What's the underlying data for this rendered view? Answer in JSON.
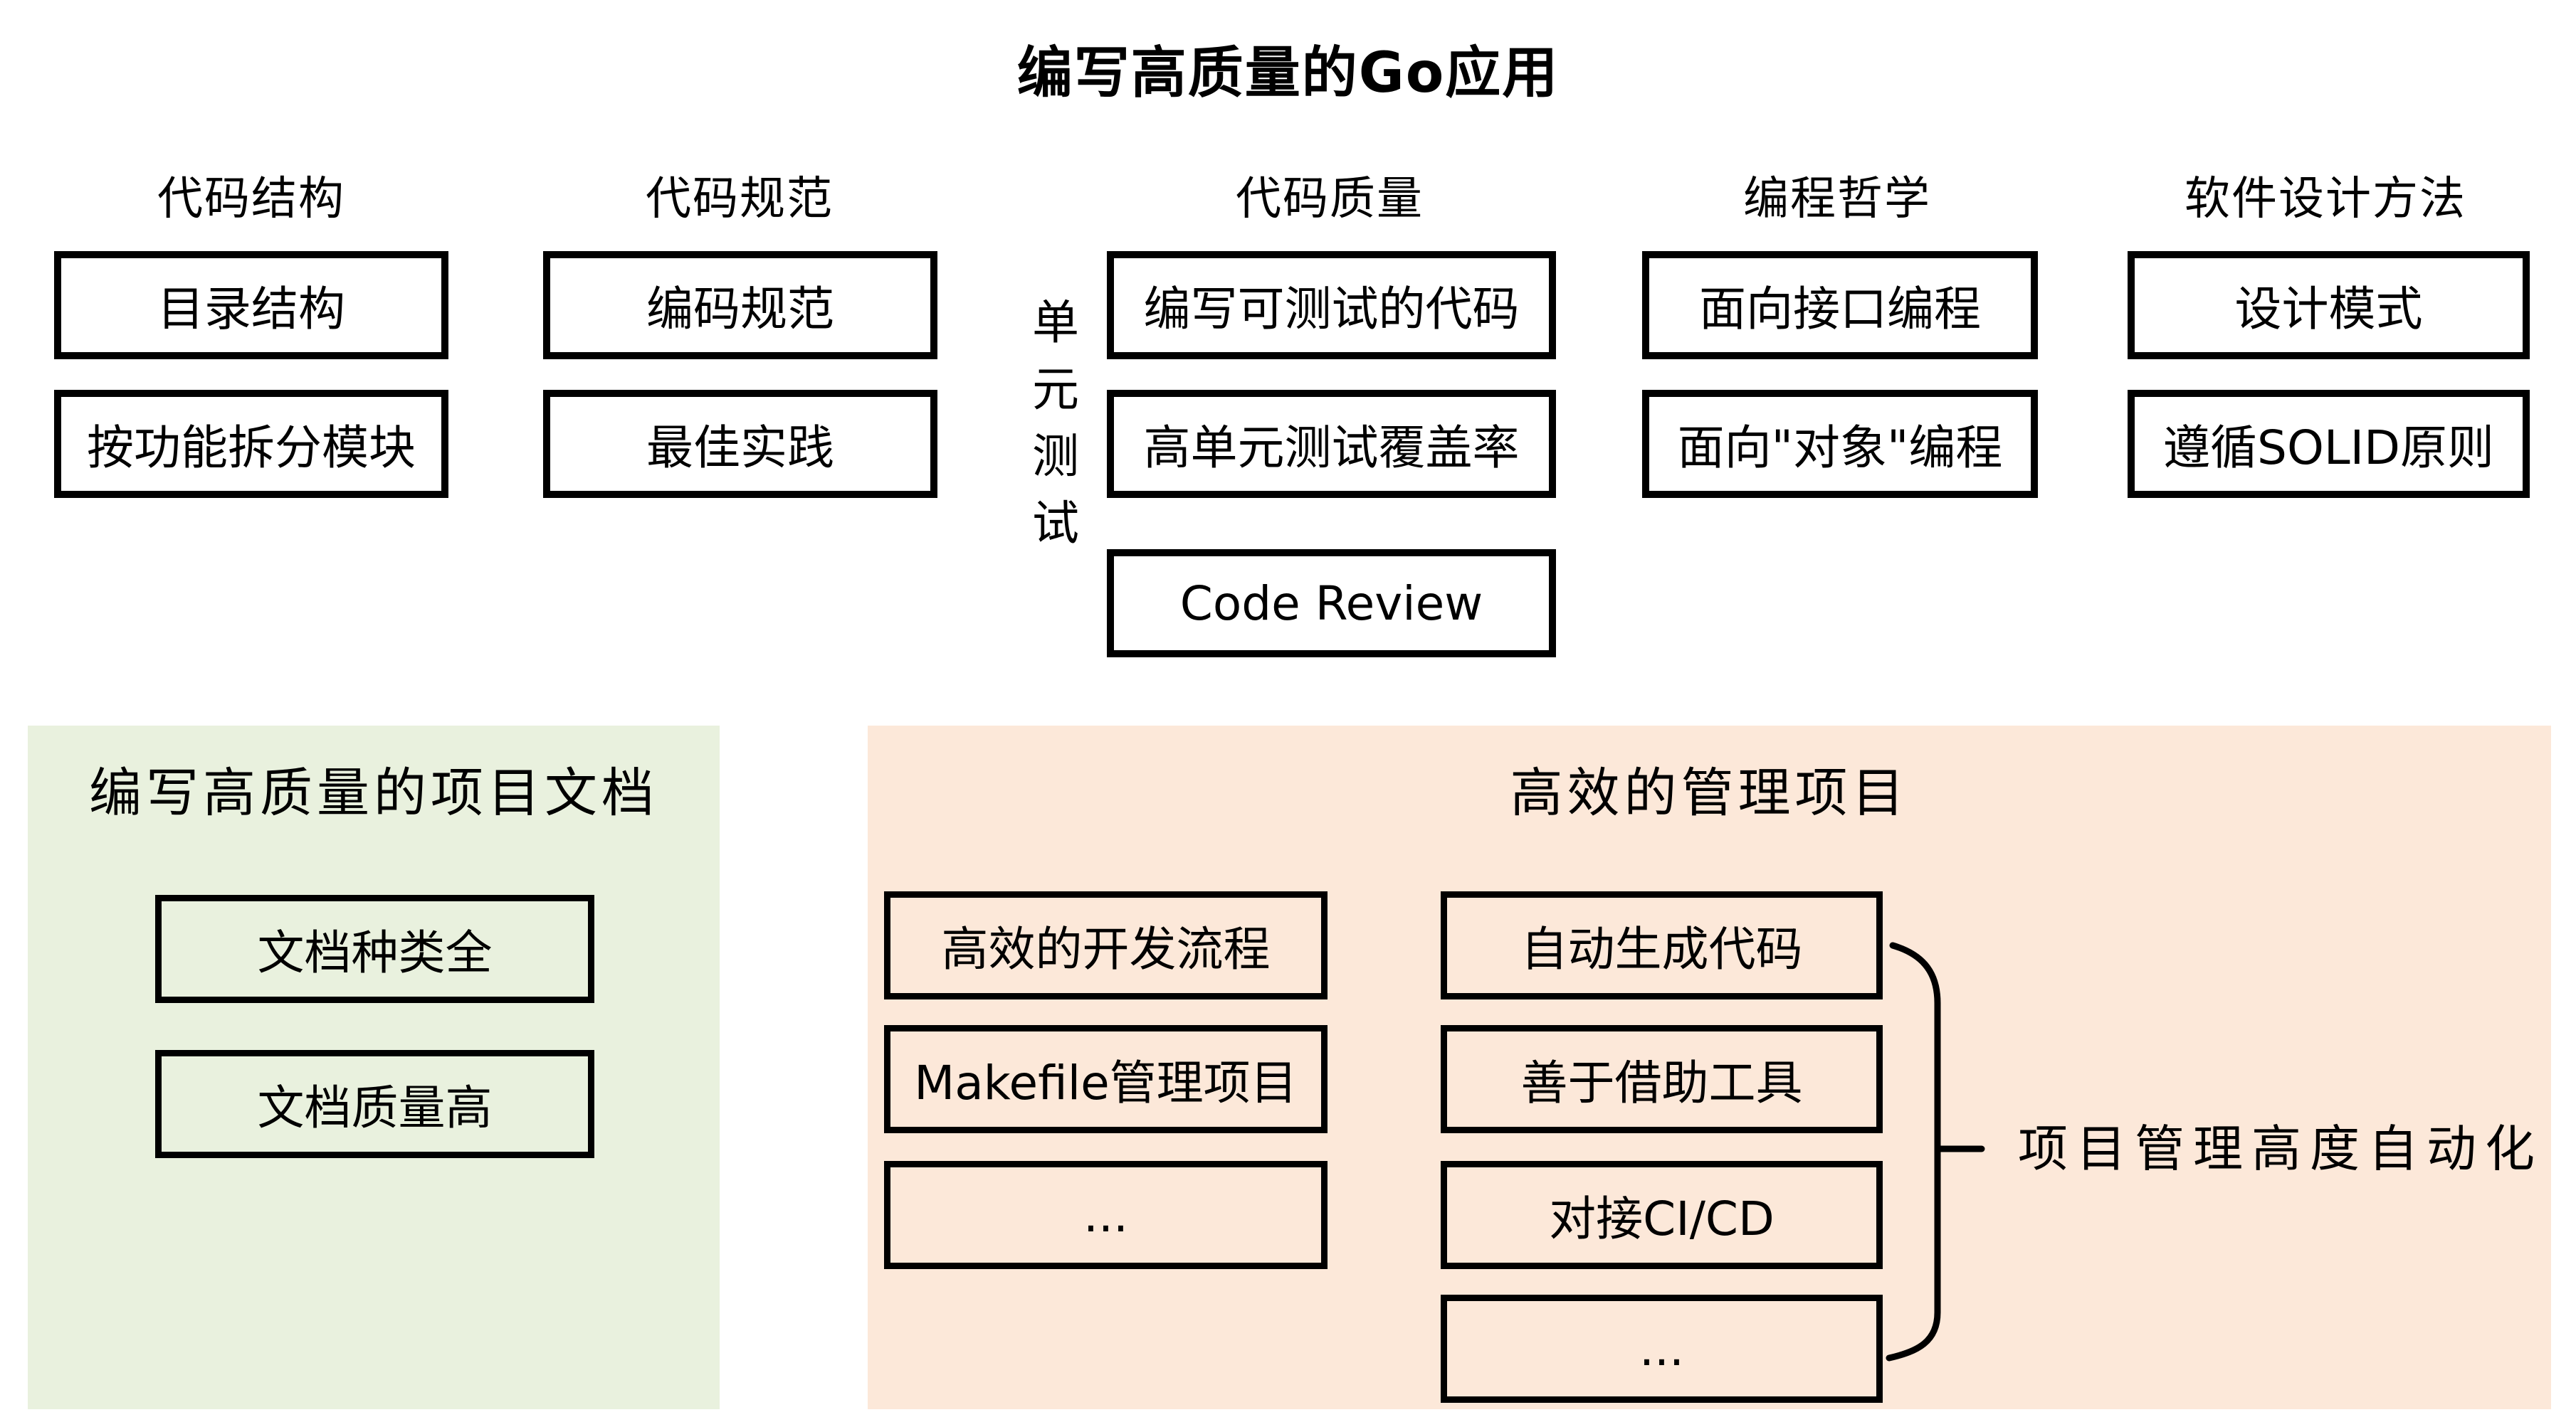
{
  "page_title": "编写高质量的Go应用",
  "columns": [
    {
      "header": "代码结构",
      "boxes": [
        "目录结构",
        "按功能拆分模块"
      ]
    },
    {
      "header": "代码规范",
      "boxes": [
        "编码规范",
        "最佳实践"
      ]
    },
    {
      "header": "代码质量",
      "side_label": "单元测试",
      "boxes": [
        "编写可测试的代码",
        "高单元测试覆盖率",
        "Code Review"
      ]
    },
    {
      "header": "编程哲学",
      "boxes": [
        "面向接口编程",
        "面向\"对象\"编程"
      ]
    },
    {
      "header": "软件设计方法",
      "boxes": [
        "设计模式",
        "遵循SOLID原则"
      ]
    }
  ],
  "doc_panel": {
    "title": "编写高质量的项目文档",
    "boxes": [
      "文档种类全",
      "文档质量高"
    ]
  },
  "manage_panel": {
    "title": "高效的管理项目",
    "left_boxes": [
      "高效的开发流程",
      "Makefile管理项目",
      "..."
    ],
    "right_boxes": [
      "自动生成代码",
      "善于借助工具",
      "对接CI/CD",
      "..."
    ],
    "brace_label": "项目管理高度自动化"
  },
  "colors": {
    "ink": "#000000",
    "box_fill": "#ffffff",
    "doc_panel_bg": "#e9f1de",
    "manage_panel_bg": "#fce8d9"
  }
}
